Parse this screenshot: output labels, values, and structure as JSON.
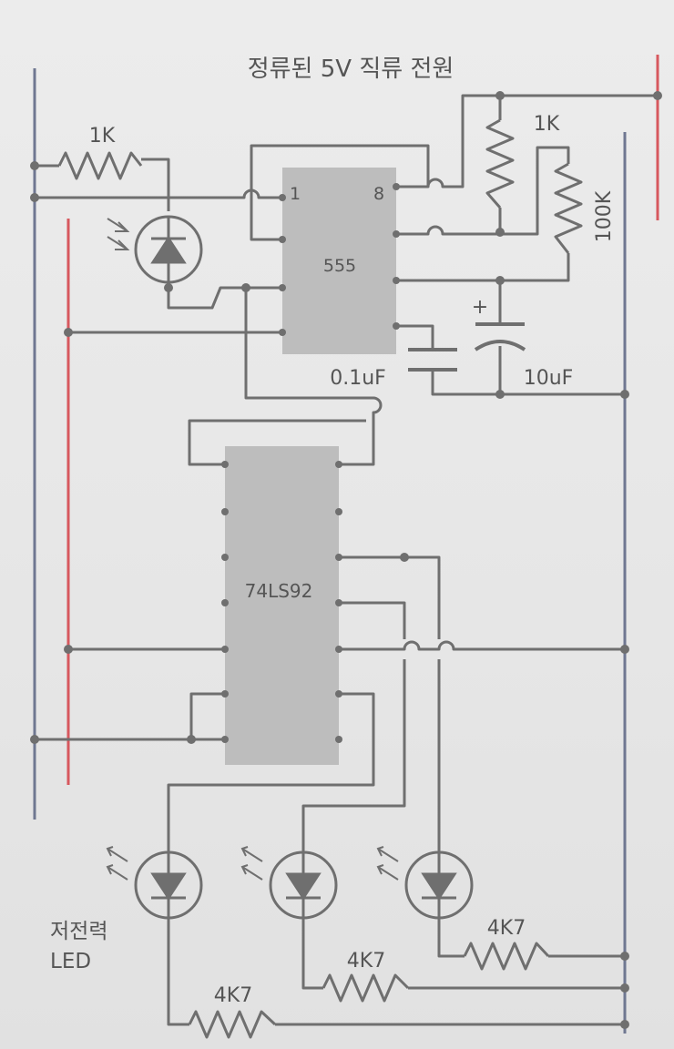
{
  "title": "정류된 5V 직류 전원",
  "chips": {
    "timer": {
      "label": "555",
      "pin1": "1",
      "pin8": "8"
    },
    "counter": {
      "label": "74LS92"
    }
  },
  "components": {
    "r_photo": "1K",
    "r_top": "1K",
    "r_timing": "100K",
    "c_small": "0.1uF",
    "c_large": "10uF",
    "c_polarity": "+",
    "r_led1": "4K7",
    "r_led2": "4K7",
    "r_led3": "4K7",
    "led_caption_line1": "저전력",
    "led_caption_line2": "LED"
  },
  "colors": {
    "wire": "#6f6f6f",
    "rail_negative": "#6f7791",
    "rail_positive": "#d7585e",
    "chip_fill": "#bdbdbd",
    "background": "#e8e8e8"
  }
}
